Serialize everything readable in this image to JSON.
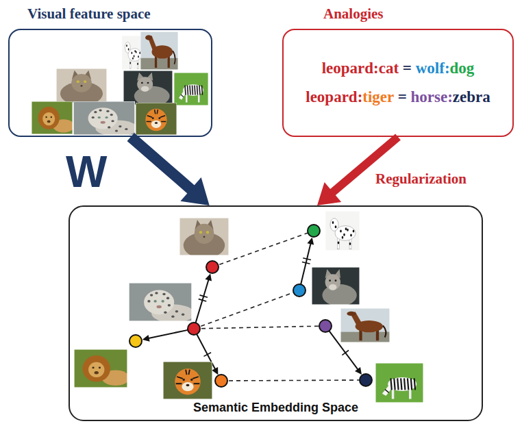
{
  "diagram": {
    "nodes": [
      {
        "text": [
          "Visual feature space"
        ]
      },
      {
        "text": [
          "Analogies",
          "leopard:cat = wolf:dog",
          "leopard:tiger = horse:zebra"
        ]
      },
      {
        "text": [
          "Semantic Embedding Space"
        ]
      }
    ],
    "edges": [
      {
        "from": 0,
        "to": 2,
        "arrow": "to",
        "label": "W"
      },
      {
        "from": 1,
        "to": 2,
        "arrow": "to",
        "label": "Regularization"
      }
    ]
  }
}
